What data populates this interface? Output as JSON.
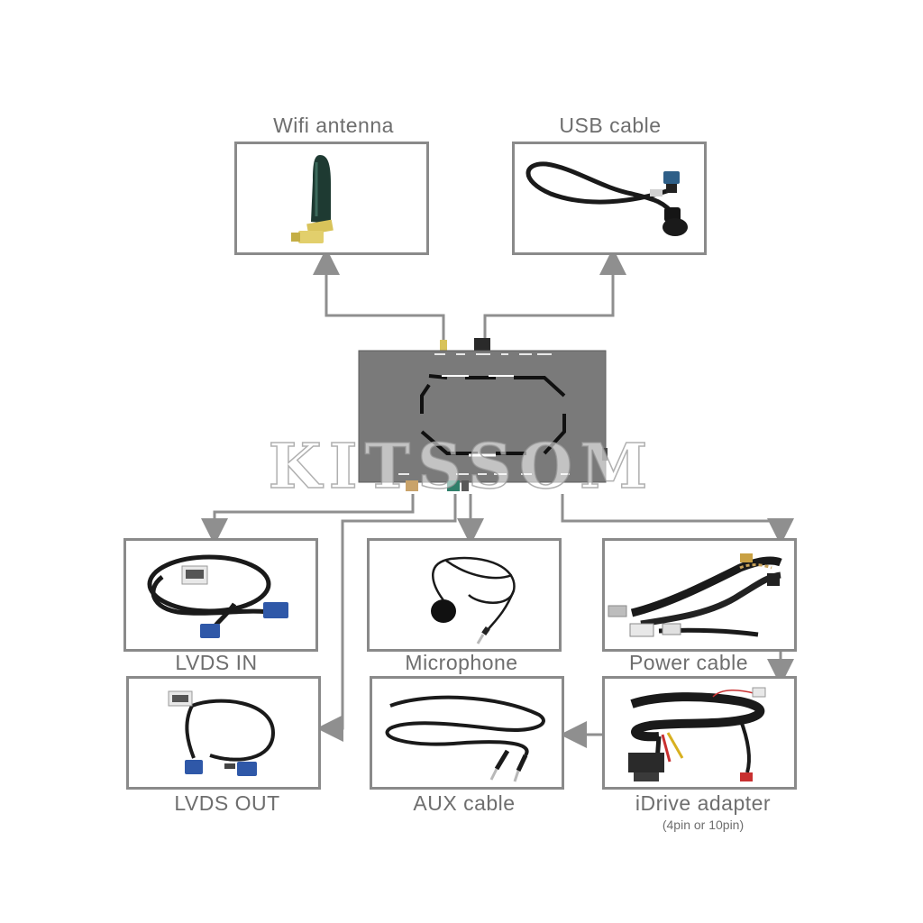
{
  "title": "",
  "components": {
    "wifi_antenna": "Wifi antenna",
    "usb_cable": "USB cable",
    "lvds_in": "LVDS IN",
    "microphone": "Microphone",
    "power_cable": "Power cable",
    "lvds_out": "LVDS OUT",
    "aux_cable": "AUX cable",
    "idrive_adapter": "iDrive adapter",
    "idrive_adapter_note": "(4pin or 10pin)"
  },
  "watermark": "KITSSOM",
  "colors": {
    "frame": "#8a8a8a",
    "arrow": "#8f8f8f",
    "label": "#6e6e6e",
    "module": "#7a7a7a",
    "cable": "#1a1a1a",
    "fakra_blue": "#2f58a8",
    "antenna_gold": "#d8c35a"
  }
}
